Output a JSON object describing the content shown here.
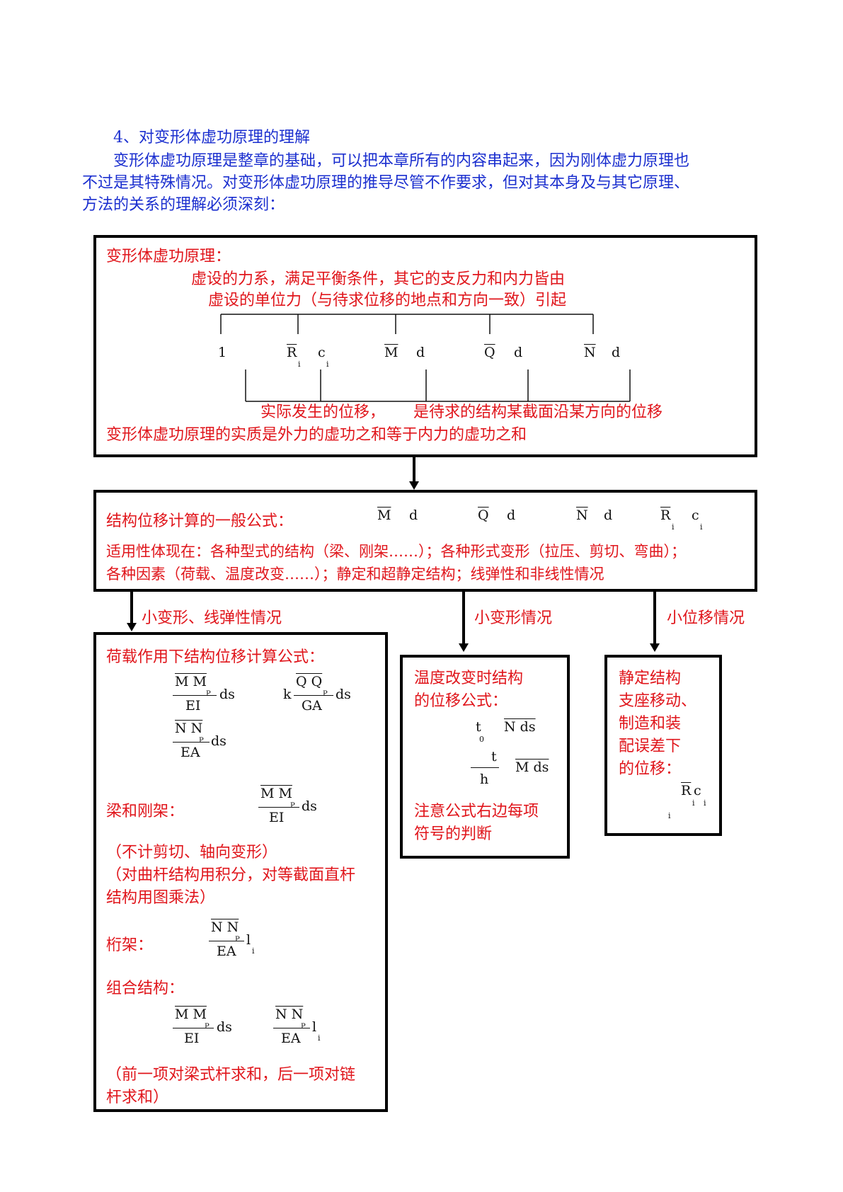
{
  "intro": {
    "heading": "4、对变形体虚功原理的理解",
    "line1": "变形体虚功原理是整章的基础，可以把本章所有的内容串起来，因为刚体虚力原理也",
    "line2": "不过是其特殊情况。对变形体虚功原理的推导尽管不作要求，但对其本身及与其它原理、",
    "line3": "方法的关系的理解必须深刻："
  },
  "principle_box": {
    "title": "变形体虚功原理：",
    "virtual_force_1": "虚设的力系，满足平衡条件，其它的支反力和内力皆由",
    "virtual_force_2": "虚设的单位力（与待求位移的地点和方向一致）引起",
    "terms": [
      "1",
      "R",
      "i",
      "c",
      "i",
      "M",
      "d",
      "Q",
      "d",
      "N",
      "d"
    ],
    "actual_displacement": "实际发生的位移，",
    "target_displacement": "是待求的结构某截面沿某方向的位移",
    "essence": "变形体虚功原理的实质是外力的虚功之和等于内力的虚功之和"
  },
  "general_box": {
    "title": "结构位移计算的一般公式：",
    "terms": [
      "M",
      "d",
      "Q",
      "d",
      "N",
      "d",
      "R",
      "i",
      "c",
      "i"
    ],
    "applicability_1": "适用性体现在：各种型式的结构（梁、刚架……）；各种形式变形（拉压、剪切、弯曲）；",
    "applicability_2": "各种因素（荷载、温度改变……）；静定和超静定结构；线弹性和非线性情况"
  },
  "arrows": {
    "left_label": "小变形、线弹性情况",
    "mid_label": "小变形情况",
    "right_label": "小位移情况"
  },
  "load_box": {
    "title": "荷载作用下结构位移计算公式：",
    "f1_num": "M M",
    "f1_sub": "P",
    "f1_den": "EI",
    "f1_ds": "ds",
    "f2_k": "k",
    "f2_num": "Q Q",
    "f2_sub": "P",
    "f2_den": "GA",
    "f2_ds": "ds",
    "f3_num": "N N",
    "f3_sub": "P",
    "f3_den": "EA",
    "f3_ds": "ds",
    "beam_label": "梁和刚架：",
    "beam_num": "M M",
    "beam_sub": "P",
    "beam_den": "EI",
    "beam_ds": "ds",
    "note1": "（不计剪切、轴向变形）",
    "note2": "（对曲杆结构用积分，对等截面直杆",
    "note3": "结构用图乘法）",
    "truss_label": "桁架：",
    "truss_num": "N N",
    "truss_sub": "P",
    "truss_den": "EA",
    "truss_l": "l",
    "truss_i": "i",
    "comp_label": "组合结构：",
    "comp1_num": "M M",
    "comp1_sub": "P",
    "comp1_den": "EI",
    "comp1_ds": "ds",
    "comp2_num": "N N",
    "comp2_sub": "P",
    "comp2_den": "EA",
    "comp2_l": "l",
    "comp2_i": "i",
    "note4": "（前一项对梁式杆求和，后一项对链",
    "note5": "杆求和）"
  },
  "temp_box": {
    "title1": "温度改变时结构",
    "title2": "的位移公式：",
    "t0": "t",
    "t0_sub": "0",
    "t0_term": "N ds",
    "dt": "t",
    "h": "h",
    "dt_term": "M ds",
    "note1": "注意公式右边每项",
    "note2": "符号的判断"
  },
  "support_box": {
    "line1": "静定结构",
    "line2": "支座移动、",
    "line3": "制造和装",
    "line4": "配误差下",
    "line5": "的位移：",
    "R": "R",
    "c": "c",
    "sub_i_1": "i",
    "sub_i_2": "i",
    "sub_i_3": "i"
  },
  "colors": {
    "red": "#e0151b",
    "blue": "#1b2fcf",
    "black": "#000000"
  }
}
